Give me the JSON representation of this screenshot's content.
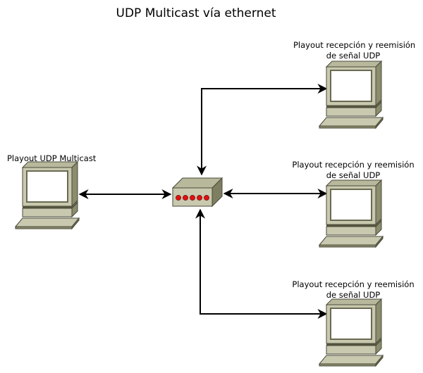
{
  "diagram": {
    "title": "UDP Multicast vía ethernet",
    "source_node": {
      "label": "Playout UDP Multicast",
      "icon": "computer-icon"
    },
    "hub": {
      "icon": "switch-hub-icon",
      "led_count": 5,
      "led_color": "#e01010"
    },
    "receivers": [
      {
        "label_line1": "Playout recepción y reemisión",
        "label_line2": "de señal UDP",
        "icon": "computer-icon"
      },
      {
        "label_line1": "Playout recepción y reemisión",
        "label_line2": "de señal UDP",
        "icon": "computer-icon"
      },
      {
        "label_line1": "Playout recepción y reemisión",
        "label_line2": "de señal UDP",
        "icon": "computer-icon"
      }
    ],
    "connections": [
      {
        "from": "Playout UDP Multicast",
        "to": "hub",
        "direction": "bidirectional"
      },
      {
        "from": "hub",
        "to": "receiver-1",
        "direction": "bidirectional"
      },
      {
        "from": "hub",
        "to": "receiver-2",
        "direction": "bidirectional"
      },
      {
        "from": "hub",
        "to": "receiver-3",
        "direction": "bidirectional"
      }
    ],
    "colors": {
      "device_face": "#c9c9b0",
      "device_top": "#b8b89c",
      "device_side": "#8c8c6e",
      "outline": "#4a4a3a",
      "screen": "#ffffff",
      "arrow": "#000000"
    }
  }
}
